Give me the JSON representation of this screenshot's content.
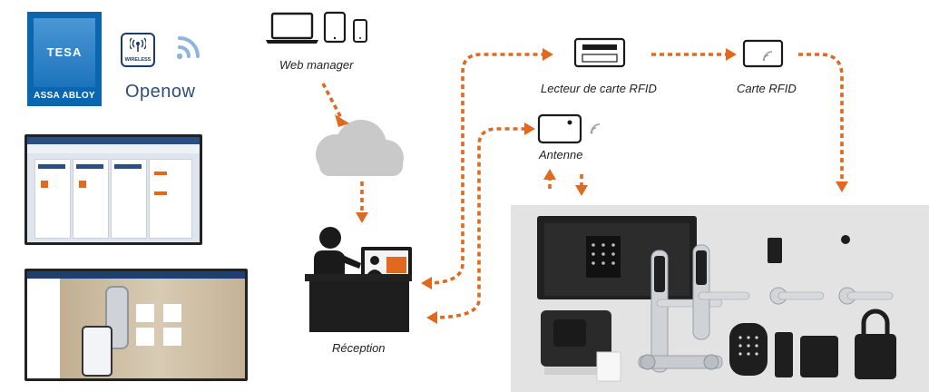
{
  "brand": {
    "tesa": "TESA",
    "assa_abloy": "ASSA ABLOY",
    "wireless": "WIRELESS",
    "openow": "Openow"
  },
  "nodes": {
    "web_manager": "Web manager",
    "lecteur": "Lecteur de carte RFID",
    "carte": "Carte RFID",
    "antenne": "Antenne",
    "reception": "Réception"
  },
  "colors": {
    "arrow": "#e0691f",
    "tesa_blue": "#0b66b0",
    "openow_blue": "#2c4d7c",
    "wifi_blue": "#8fb4de"
  }
}
